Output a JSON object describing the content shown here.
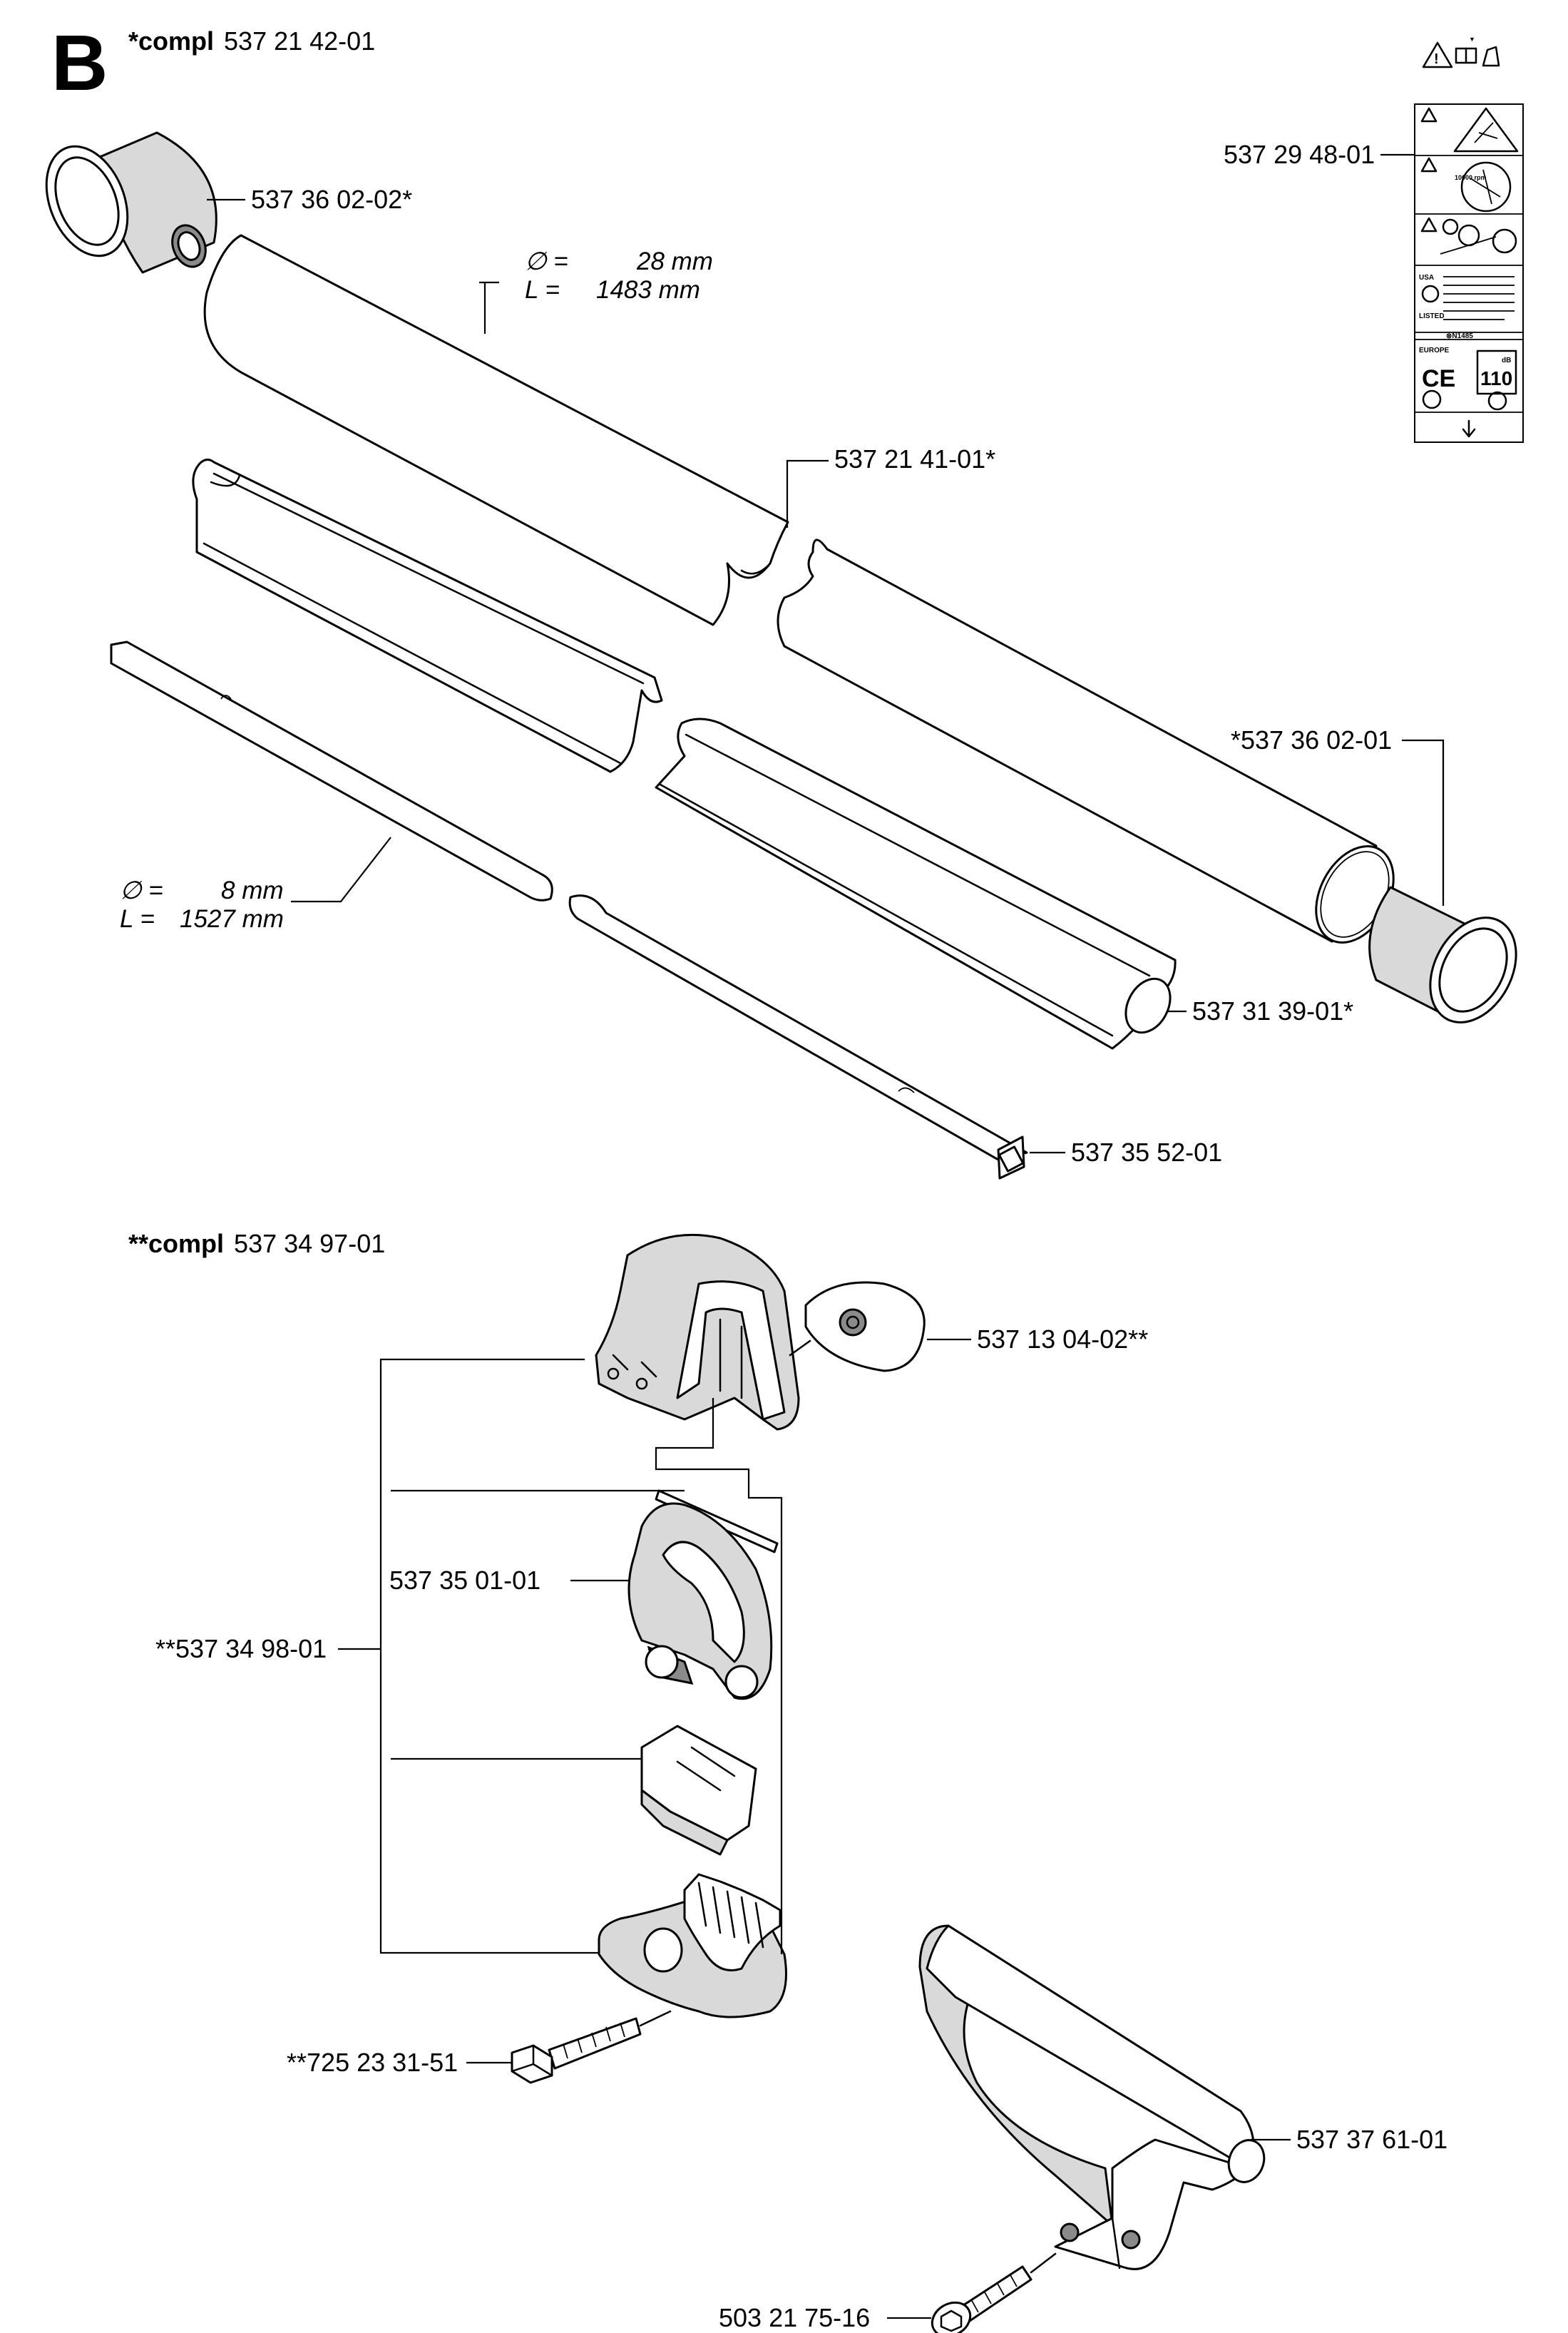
{
  "section_letter": "B",
  "assemblies": {
    "shaft_assembly": {
      "prefix": "*compl",
      "number": "537 21 42-01"
    },
    "clamp_assembly": {
      "prefix": "**compl",
      "number": "537 34 97-01"
    }
  },
  "dimensions": {
    "tube": {
      "diameter_prefix": "∅ =",
      "diameter": "28 mm",
      "length_prefix": "L  =",
      "length": "1483 mm"
    },
    "drive_shaft": {
      "diameter_prefix": "∅ =",
      "diameter": "8 mm",
      "length_prefix": "L  =",
      "length": "1527 mm"
    }
  },
  "parts": {
    "end_cap_top": "537 36 02-02*",
    "shaft_tube": "537 21 41-01*",
    "decal": "537 29 48-01",
    "end_cap_bottom": "*537 36 02-01",
    "liner": "537 31 39-01*",
    "drive_shaft": "537 35 52-01",
    "knob": "537 13 04-02**",
    "handle_loop": "537 35 01-01",
    "clamp_set": "**537 34 98-01",
    "clamp_screw": "**725 23 31-51",
    "guard_bracket": "537 37 61-01",
    "bracket_screw": "503 21 75-16"
  },
  "decal_text": {
    "rpm_value": "10000 rpm",
    "usa": "USA",
    "listed": "LISTED",
    "europe": "EUROPE",
    "ce": "CE",
    "noise": "110",
    "noise_unit": "dB",
    "cert_code": "⊗N1485"
  }
}
